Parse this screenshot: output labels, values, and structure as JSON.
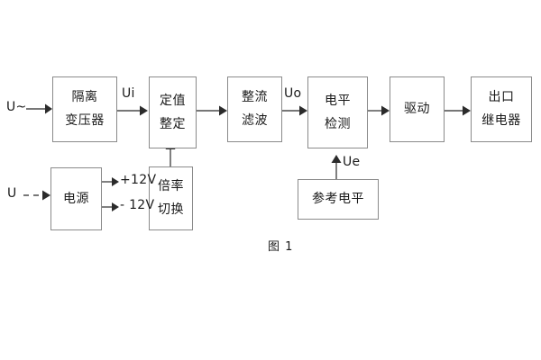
{
  "figure": {
    "caption": "图 1",
    "colors": {
      "block_border": "#8a8a8a",
      "connector": "#4a4a4a",
      "arrow_head": "#2b2b2b",
      "text": "#1a1a1a",
      "background": "#ffffff"
    }
  },
  "blocks": [
    {
      "id": "isolation-transformer",
      "lines": [
        "隔离",
        "变压器"
      ]
    },
    {
      "id": "setpoint-setting",
      "lines": [
        "定值",
        "整定"
      ]
    },
    {
      "id": "rectify-filter",
      "lines": [
        "整流",
        "滤波"
      ]
    },
    {
      "id": "level-detection",
      "lines": [
        "电平",
        "检测"
      ]
    },
    {
      "id": "drive",
      "lines": [
        "驱动"
      ]
    },
    {
      "id": "output-relay",
      "lines": [
        "出口",
        "继电器"
      ]
    },
    {
      "id": "power-supply",
      "lines": [
        "电源"
      ]
    },
    {
      "id": "multiplier-switch",
      "lines": [
        "倍率",
        "切换"
      ]
    },
    {
      "id": "reference-level",
      "lines": [
        "参考电平"
      ]
    }
  ],
  "labels": {
    "input_ac": "U~",
    "input_dc": "U",
    "signal_ui": "Ui",
    "signal_uo": "Uo",
    "signal_ue": "Ue",
    "rail_positive": "+12V",
    "rail_negative": "- 12V"
  }
}
